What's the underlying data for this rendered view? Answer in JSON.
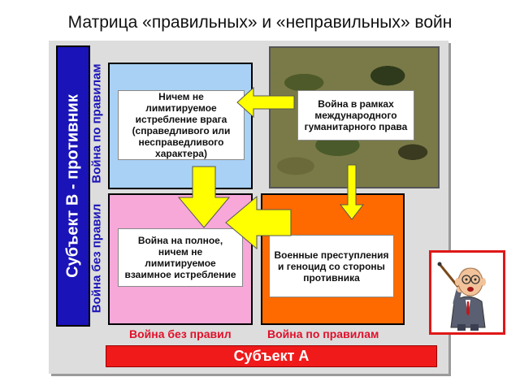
{
  "title": "Матрица «правильных» и «неправильных» войн",
  "subject_b": "Субъект В - противник",
  "subject_a": "Субъект А",
  "vertical_labels": {
    "top": "Война по правилам",
    "bottom": "Война без правил"
  },
  "horizontal_labels": {
    "left": "Война без правил",
    "right": "Война по правилам"
  },
  "boxes": {
    "top_left": "Ничем не лимитируемое истребление врага (справедливого или несправедливого характера)",
    "top_right": "Война в рамках международного гуманитарного права",
    "bottom_left": "Война на полное, ничем не лимитируемое взаимное истребление",
    "bottom_right": "Военные преступления и геноцид со стороны противника"
  },
  "colors": {
    "subject_b": "#1a13b8",
    "subject_a": "#f01a1a",
    "top_left": "#a9d1f5",
    "bottom_left": "#f7a7d8",
    "bottom_right": "#ff6a00",
    "arrow": "#ffff00",
    "axis_label_blue": "#1a13b8",
    "axis_label_red": "#e0102a"
  },
  "icons": {
    "top_right_background": "camouflage-pattern",
    "teacher": "teacher-with-pointer-illustration"
  }
}
